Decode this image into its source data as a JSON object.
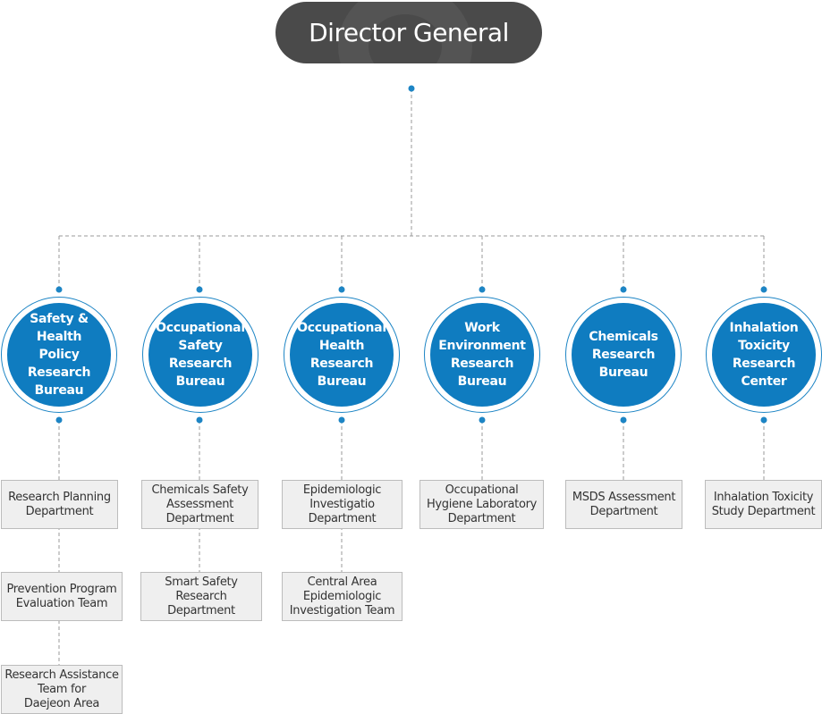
{
  "root": {
    "label": "Director General"
  },
  "bureaus": [
    {
      "label": "Safety & Health\nPolicy Research\nBureau"
    },
    {
      "label": "Occupational\nSafety Research\nBureau"
    },
    {
      "label": "Occupational\nHealth Research\nBureau"
    },
    {
      "label": "Work\nEnvironment\nResearch\nBureau"
    },
    {
      "label": "Chemicals\nResearch\nBureau"
    },
    {
      "label": "Inhalation\nToxicity\nResearch\nCenter"
    }
  ],
  "departments": [
    [
      "Research Planning\nDepartment",
      "Prevention Program\nEvaluation Team",
      "Research Assistance\nTeam for\nDaejeon Area"
    ],
    [
      "Chemicals Safety\nAssessment\nDepartment",
      "Smart Safety\nResearch Department"
    ],
    [
      "Epidemiologic\nInvestigatio\nDepartment",
      "Central Area\nEpidemiologic\nInvestigation Team"
    ],
    [
      "Occupational\nHygiene Laboratory\nDepartment"
    ],
    [
      "MSDS Assessment\nDepartment"
    ],
    [
      "Inhalation Toxicity\nStudy Department"
    ]
  ],
  "colors": {
    "primary": "#0f7cc0",
    "root": "#4a4a4a",
    "connector": "#9a9a9a",
    "box_bg": "#efefef"
  }
}
